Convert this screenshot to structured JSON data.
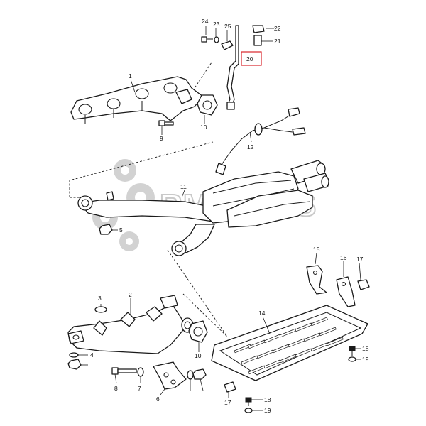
{
  "watermark": {
    "text": "RMPARTS"
  },
  "callouts": {
    "c1": "1",
    "c2": "2",
    "c3": "3",
    "c4": "4",
    "c5": "5",
    "c6": "6",
    "c7": "7",
    "c8": "8",
    "c9": "9",
    "c10_upper": "10",
    "c10_lower": "10",
    "c11": "11",
    "c12": "12",
    "c14": "14",
    "c15": "15",
    "c16": "16",
    "c17_right": "17",
    "c17_lower": "17",
    "c18_right": "18",
    "c18_lower": "18",
    "c19_right": "19",
    "c19_lower": "19",
    "c20": "20",
    "c21": "21",
    "c22": "22",
    "c23": "23",
    "c24": "24",
    "c25": "25"
  },
  "selected_callout": "20",
  "colors": {
    "line": "#1a1a1a",
    "highlight": "#d9262b",
    "watermark": "#c9c9c9"
  }
}
